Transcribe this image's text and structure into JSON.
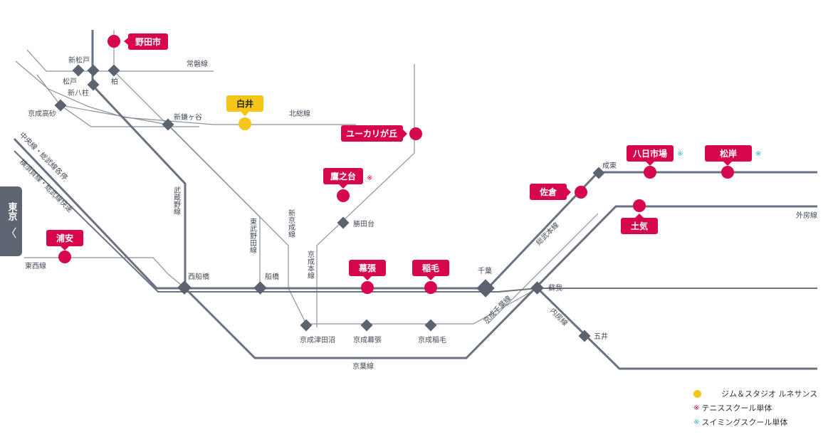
{
  "side_tab": {
    "label": "東京",
    "arrow": "〈"
  },
  "lines": {
    "joban": "常磐線",
    "hokuso": "北総線",
    "musashino": "武蔵野線",
    "tobu_noda": "東武野田線",
    "shin_keisei": "新京成線",
    "keisei_main": "京成本線",
    "sobu_main": "総武本線",
    "keisei_chiba": "京成千葉線",
    "sotobo": "外房線",
    "uchibo": "内房線",
    "keiyo": "京葉線",
    "tozai": "東西線",
    "chuo_sobu": "中央線・総武線各停",
    "yokosuka_sobu": "横須賀線・総武線快速"
  },
  "stations": {
    "shin_matsudo": "新松戸",
    "matsudo": "松戸",
    "shin_yahashira": "新八柱",
    "kashiwa": "柏",
    "keisei_takasago": "京成高砂",
    "shin_kamagaya": "新鎌ヶ谷",
    "katsutadai": "勝田台",
    "nishi_funabashi": "西船橋",
    "funabashi": "船橋",
    "chiba": "千葉",
    "soga": "蘇我",
    "naruto": "成東",
    "goi": "五井",
    "keisei_tsudanuma": "京成津田沼",
    "keisei_makuhari": "京成幕張",
    "keisei_inage": "京成稲毛"
  },
  "clubs": {
    "noda": "野田市",
    "shiroi": "白井",
    "yukarigaoka": "ユーカリが丘",
    "takanodai": "鷹之台",
    "urayasu": "浦安",
    "makuhari": "幕張",
    "inage": "稲毛",
    "sakura": "佐倉",
    "yokaichiba": "八日市場",
    "matsugishi": "松岸",
    "toke": "土気"
  },
  "marks": {
    "tennis": "※",
    "swim": "※"
  },
  "legend": {
    "gym": "ジム＆スタジオ ルネサンス",
    "tennis_mark": "※",
    "tennis": "テニススクール単体",
    "swim_mark": "※",
    "swim": "スイミングスクール単体"
  },
  "colors": {
    "line_main": "#6b7280",
    "line_thin": "#8b929c",
    "station_node": "#5c6370",
    "club_red": "#d6064f",
    "club_gym_yellow": "#f5c518",
    "swim_cyan": "#29b6c8"
  }
}
